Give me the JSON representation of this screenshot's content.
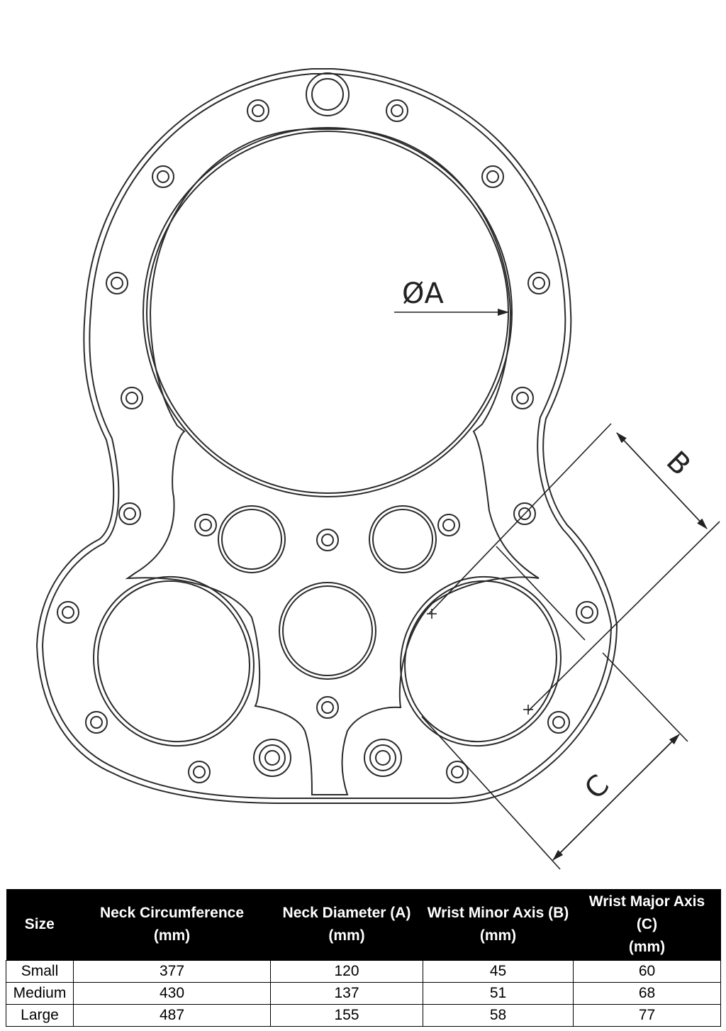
{
  "diagram": {
    "labels": {
      "neck_diameter": "ØA",
      "wrist_minor": "B",
      "wrist_major": "C"
    }
  },
  "table": {
    "headers": [
      [
        "Size"
      ],
      [
        "Neck Circumference",
        "(mm)"
      ],
      [
        "Neck Diameter (A)",
        "(mm)"
      ],
      [
        "Wrist Minor Axis (B)",
        "(mm)"
      ],
      [
        "Wrist Major Axis",
        "(C)",
        "(mm)"
      ]
    ],
    "rows": [
      [
        "Small",
        "377",
        "120",
        "45",
        "60"
      ],
      [
        "Medium",
        "430",
        "137",
        "51",
        "68"
      ],
      [
        "Large",
        "487",
        "155",
        "58",
        "77"
      ]
    ]
  }
}
